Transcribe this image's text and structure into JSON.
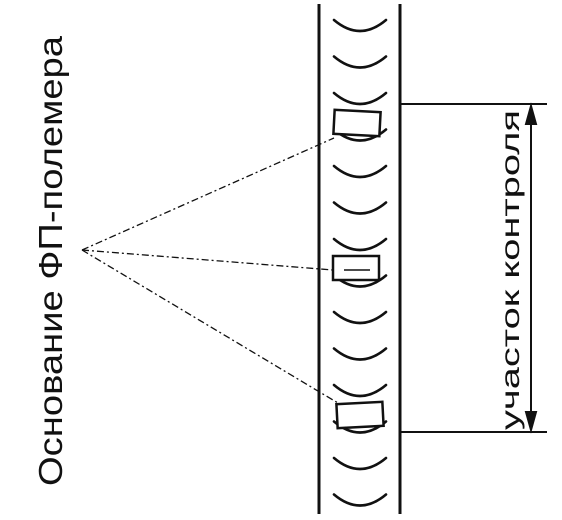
{
  "diagram": {
    "left_label": "Основание ФП-полемера",
    "right_label": "участок контроля",
    "ink_color": "#111111",
    "background_color": "#ffffff",
    "markers": [
      {
        "name": "top-marker"
      },
      {
        "name": "middle-marker"
      },
      {
        "name": "bottom-marker"
      }
    ]
  }
}
